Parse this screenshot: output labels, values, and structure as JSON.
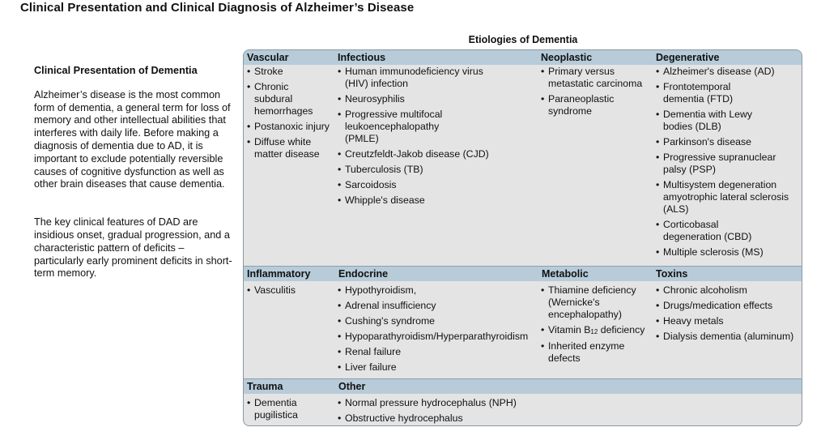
{
  "page_title": "Clinical Presentation and Clinical Diagnosis of Alzheimer’s Disease",
  "sidebar": {
    "heading": "Clinical Presentation of Dementia",
    "paragraph1": "Alzheimer’s disease is the most common form of dementia, a general term for loss of memory and other intellectual abilities that interferes with daily life. Before making a diagnosis of dementia due to AD, it is important to exclude potentially reversible causes of cognitive dysfunction as well as other brain diseases that cause dementia.",
    "paragraph2": "The key clinical features of DAD are insidious onset, gradual progression, and a characteristic pattern of deficits – particularly early prominent deficits in short-term memory."
  },
  "table": {
    "title": "Etiologies of Dementia",
    "vascular": {
      "header": "Vascular",
      "items": [
        "Stroke",
        "Chronic subdural hemorrhages",
        "Postanoxic injury",
        "Diffuse white matter disease"
      ]
    },
    "infectious": {
      "header": "Infectious",
      "items": [
        "Human immunodeficiency virus (HIV) infection",
        "Neurosyphilis",
        "Progressive multifocal leukoencephalopathy (PMLE)",
        "Creutzfeldt-Jakob disease (CJD)",
        "Tuberculosis (TB)",
        "Sarcoidosis",
        "Whipple's disease"
      ]
    },
    "neoplastic": {
      "header": "Neoplastic",
      "items": [
        "Primary versus metastatic carcinoma",
        "Paraneoplastic syndrome"
      ]
    },
    "degenerative": {
      "header": "Degenerative",
      "items": [
        "Alzheimer's disease (AD)",
        "Frontotemporal dementia (FTD)",
        "Dementia with Lewy bodies (DLB)",
        "Parkinson's disease",
        "Progressive supranuclear palsy (PSP)",
        "Multisystem degeneration amyotrophic lateral sclerosis (ALS)",
        "Corticobasal degeneration (CBD)",
        "Multiple sclerosis (MS)"
      ]
    },
    "inflammatory": {
      "header": "Inflammatory",
      "items": [
        "Vasculitis"
      ]
    },
    "endocrine": {
      "header": "Endocrine",
      "items": [
        "Hypothyroidism,",
        "Adrenal insufficiency",
        "Cushing's syndrome",
        "Hypoparathyroidism/Hyperparathyroidism",
        "Renal failure",
        "Liver failure"
      ]
    },
    "metabolic": {
      "header": "Metabolic",
      "items": [
        "Thiamine deficiency (Wernicke's encephalopathy)",
        "Vitamin B",
        "Inherited enzyme defects"
      ],
      "vitamin_sub": "12",
      "vitamin_tail": " deficiency"
    },
    "toxins": {
      "header": "Toxins",
      "items": [
        "Chronic alcoholism",
        "Drugs/medication effects",
        "Heavy metals",
        "Dialysis dementia (aluminum)"
      ]
    },
    "trauma": {
      "header": "Trauma",
      "items": [
        "Dementia pugilistica"
      ]
    },
    "other": {
      "header": "Other",
      "items": [
        "Normal pressure hydrocephalus (NPH)",
        "Obstructive hydrocephalus"
      ]
    }
  },
  "colors": {
    "header_band": "#b7cbd9",
    "body_bg": "#e4e4e4",
    "border": "#8b97a3"
  }
}
